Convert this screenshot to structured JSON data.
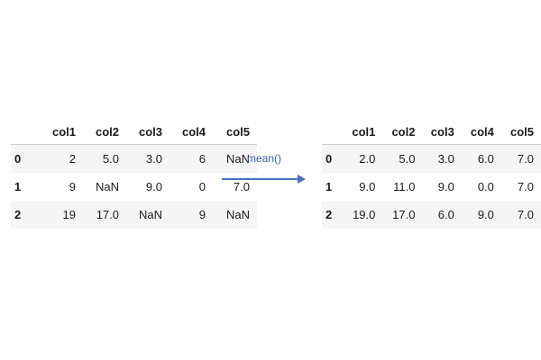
{
  "left_table": {
    "columns": [
      "",
      "col1",
      "col2",
      "col3",
      "col4",
      "col5"
    ],
    "rows": [
      [
        "0",
        "2",
        "5.0",
        "3.0",
        "6",
        "NaN"
      ],
      [
        "1",
        "9",
        "NaN",
        "9.0",
        "0",
        "7.0"
      ],
      [
        "2",
        "19",
        "17.0",
        "NaN",
        "9",
        "NaN"
      ]
    ]
  },
  "operation": {
    "label": "mean()",
    "color": "#3a62b5"
  },
  "right_table": {
    "columns": [
      "",
      "col1",
      "col2",
      "col3",
      "col4",
      "col5"
    ],
    "rows": [
      [
        "0",
        "2.0",
        "5.0",
        "3.0",
        "6.0",
        "7.0"
      ],
      [
        "1",
        "9.0",
        "11.0",
        "9.0",
        "0.0",
        "7.0"
      ],
      [
        "2",
        "19.0",
        "17.0",
        "6.0",
        "9.0",
        "7.0"
      ]
    ]
  }
}
